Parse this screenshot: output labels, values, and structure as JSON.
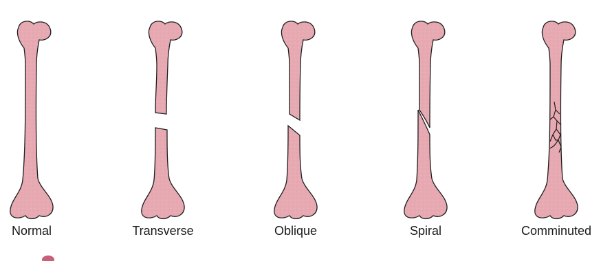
{
  "figure": {
    "bone_fill": "#e7aab3",
    "bone_stroke": "#1d1d1d",
    "fracture_types": [
      {
        "label": "Normal"
      },
      {
        "label": "Transverse"
      },
      {
        "label": "Oblique"
      },
      {
        "label": "Spiral"
      },
      {
        "label": "Comminuted"
      }
    ]
  }
}
